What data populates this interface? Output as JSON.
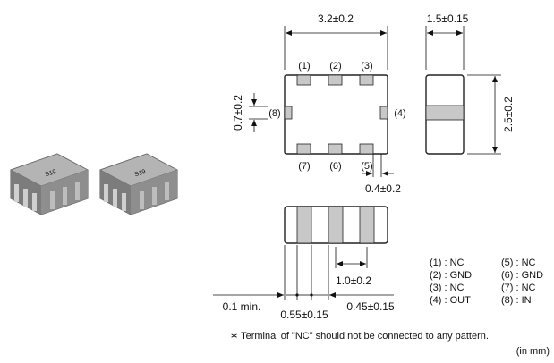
{
  "colors": {
    "outline": "#222222",
    "terminal": "#c8c8c8",
    "dimension_line": "#111111",
    "component_body": "#8a8a8a"
  },
  "photo": {
    "name": "component-photos",
    "left_chip_marking": "S19",
    "right_chip_marking": "S19"
  },
  "top_view": {
    "width_dim": "3.2±0.2",
    "side_pad_dim": "0.7±0.2",
    "pad_gap_dim": "0.4±0.2",
    "pins": {
      "p1": "(1)",
      "p2": "(2)",
      "p3": "(3)",
      "p4": "(4)",
      "p5": "(5)",
      "p6": "(6)",
      "p7": "(7)",
      "p8": "(8)"
    }
  },
  "side_view": {
    "width_dim": "1.5±0.15",
    "height_dim": "2.5±0.2"
  },
  "front_view": {
    "pitch_dim": "1.0±0.2",
    "min_dim": "0.1 min.",
    "terminal_dim": "0.55±0.15",
    "gap_dim": "0.45±0.15"
  },
  "pin_table": [
    {
      "left": "(1) : NC",
      "right": "(5) : NC"
    },
    {
      "left": "(2) : GND",
      "right": "(6) : GND"
    },
    {
      "left": "(3) : NC",
      "right": "(7) : NC"
    },
    {
      "left": "(4) : OUT",
      "right": "(8) : IN"
    }
  ],
  "note": "∗ Terminal of \"NC\" should not be connected to any pattern.",
  "unit": "(in mm)"
}
